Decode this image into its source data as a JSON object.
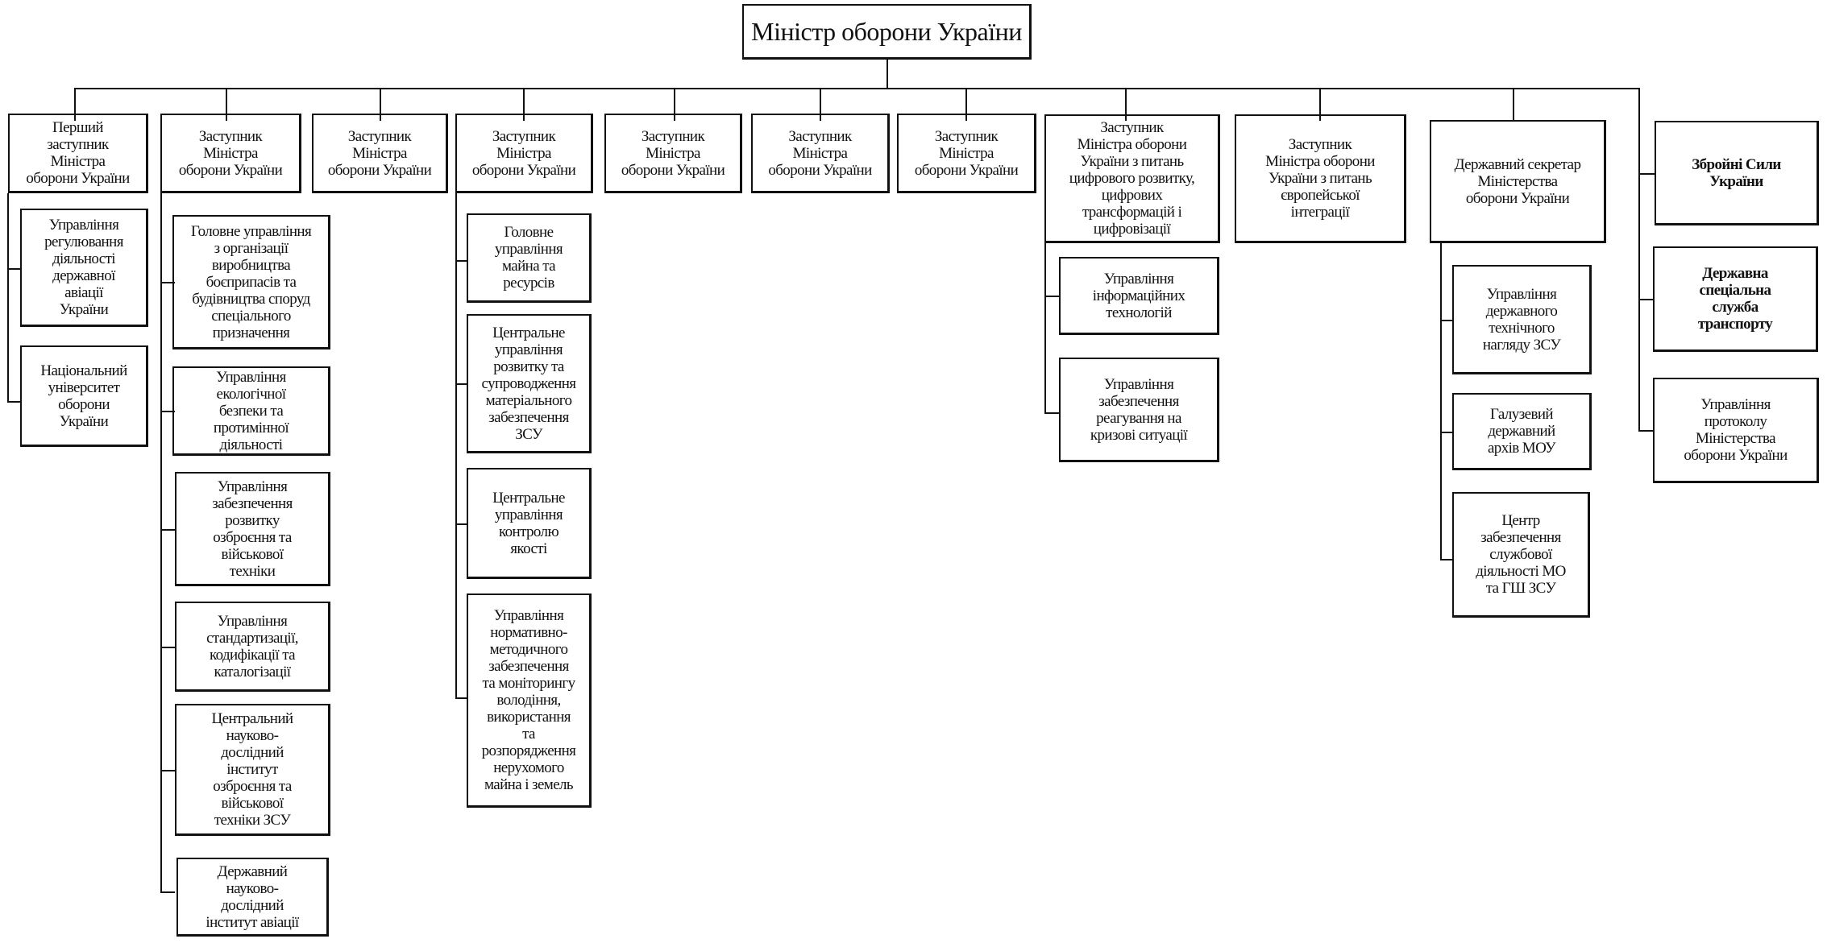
{
  "minister": "Міністр оборони України",
  "deputies": [
    {
      "title": "Перший\nзаступник\nМіністра\nоборони України",
      "units": [
        "Управління\nрегулювання\nдіяльності\nдержавної\nавіації\nУкраїни",
        "Національний\nуніверситет\nоборони\nУкраїни"
      ]
    },
    {
      "title": "Заступник\nМіністра\nоборони України",
      "units": [
        "Головне управління\nз організації\nвиробництва\nбоєприпасів та\nбудівництва споруд\nспеціального\nпризначення",
        "Управління\nекологічної\nбезпеки та\nпротимінної\nдіяльності",
        "Управління\nзабезпечення\nрозвитку\nозброєння та\nвійськової\nтехніки",
        "Управління\nстандартизації,\nкодифікації та\nкаталогізації",
        "Центральний\nнауково-\nдослідний\nінститут\nозброєння та\nвійськової\nтехніки ЗСУ",
        "Державний\nнауково-\nдослідний\nінститут авіації"
      ]
    },
    {
      "title": "Заступник\nМіністра\nоборони України",
      "units": []
    },
    {
      "title": "Заступник\nМіністра\nоборони України",
      "units": [
        "Головне\nуправління\nмайна та\nресурсів",
        "Центральне\nуправління\nрозвитку та\nсупроводження\nматеріального\nзабезпечення\nЗСУ",
        "Центральне\nуправління\nконтролю\nякості",
        "Управління\nнормативно-\nметодичного\nзабезпечення\nта моніторингу\nволодіння,\nвикористання\nта\nрозпорядження\nнерухомого\nмайна і земель"
      ]
    },
    {
      "title": "Заступник\nМіністра\nоборони України",
      "units": []
    },
    {
      "title": "Заступник\nМіністра\nоборони України",
      "units": []
    },
    {
      "title": "Заступник\nМіністра\nоборони України",
      "units": []
    },
    {
      "title": "Заступник\nМіністра оборони\nУкраїни з питань\nцифрового розвитку,\nцифрових\nтрансформацій і\nцифровізації",
      "units": [
        "Управління\nінформаційних\nтехнологій",
        "Управління\nзабезпечення\nреагування на\nкризові ситуації"
      ]
    },
    {
      "title": "Заступник\nМіністра оборони\nУкраїни з питань\nєвропейської\nінтеграції",
      "units": []
    },
    {
      "title": "Державний секретар\nМіністерства\nоборони України",
      "units": [
        "Управління\nдержавного\nтехнічного\nнагляду ЗСУ",
        "Галузевий\nдержавний\nархів МОУ",
        "Центр\nзабезпечення\nслужбової\nдіяльності МО\nта ГШ ЗСУ"
      ]
    }
  ],
  "direct": [
    "Збройні Сили\nУкраїни",
    "Державна\nспеціальна\nслужба\nтранспорту",
    "Управління\nпротоколу\nМіністерства\nоборони України"
  ]
}
